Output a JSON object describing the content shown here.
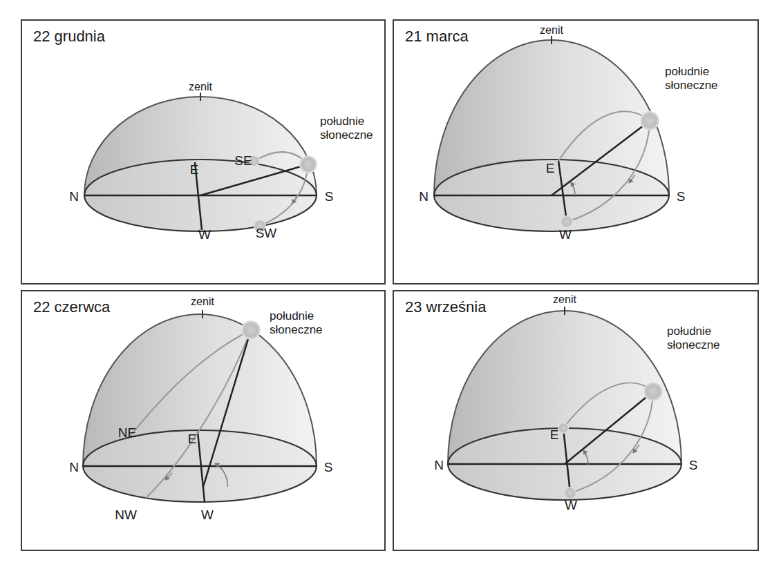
{
  "diagram": {
    "nodes": [
      {
        "text": [
          "22 grudnia"
        ]
      },
      {
        "text": [
          "21 marca"
        ]
      },
      {
        "text": [
          "22 czerwca"
        ]
      },
      {
        "text": [
          "23 września"
        ]
      }
    ],
    "labels": [
      "zenit",
      "E",
      "SE",
      "południe słoneczne",
      "N",
      "S",
      "W",
      "SW",
      "zenit",
      "E",
      "południe słoneczne",
      "N",
      "S",
      "W",
      "zenit",
      "NE",
      "E",
      "południe słoneczne",
      "N",
      "S",
      "NW",
      "W",
      "zenit",
      "E",
      "południe słoneczne",
      "N",
      "S",
      "W"
    ]
  }
}
